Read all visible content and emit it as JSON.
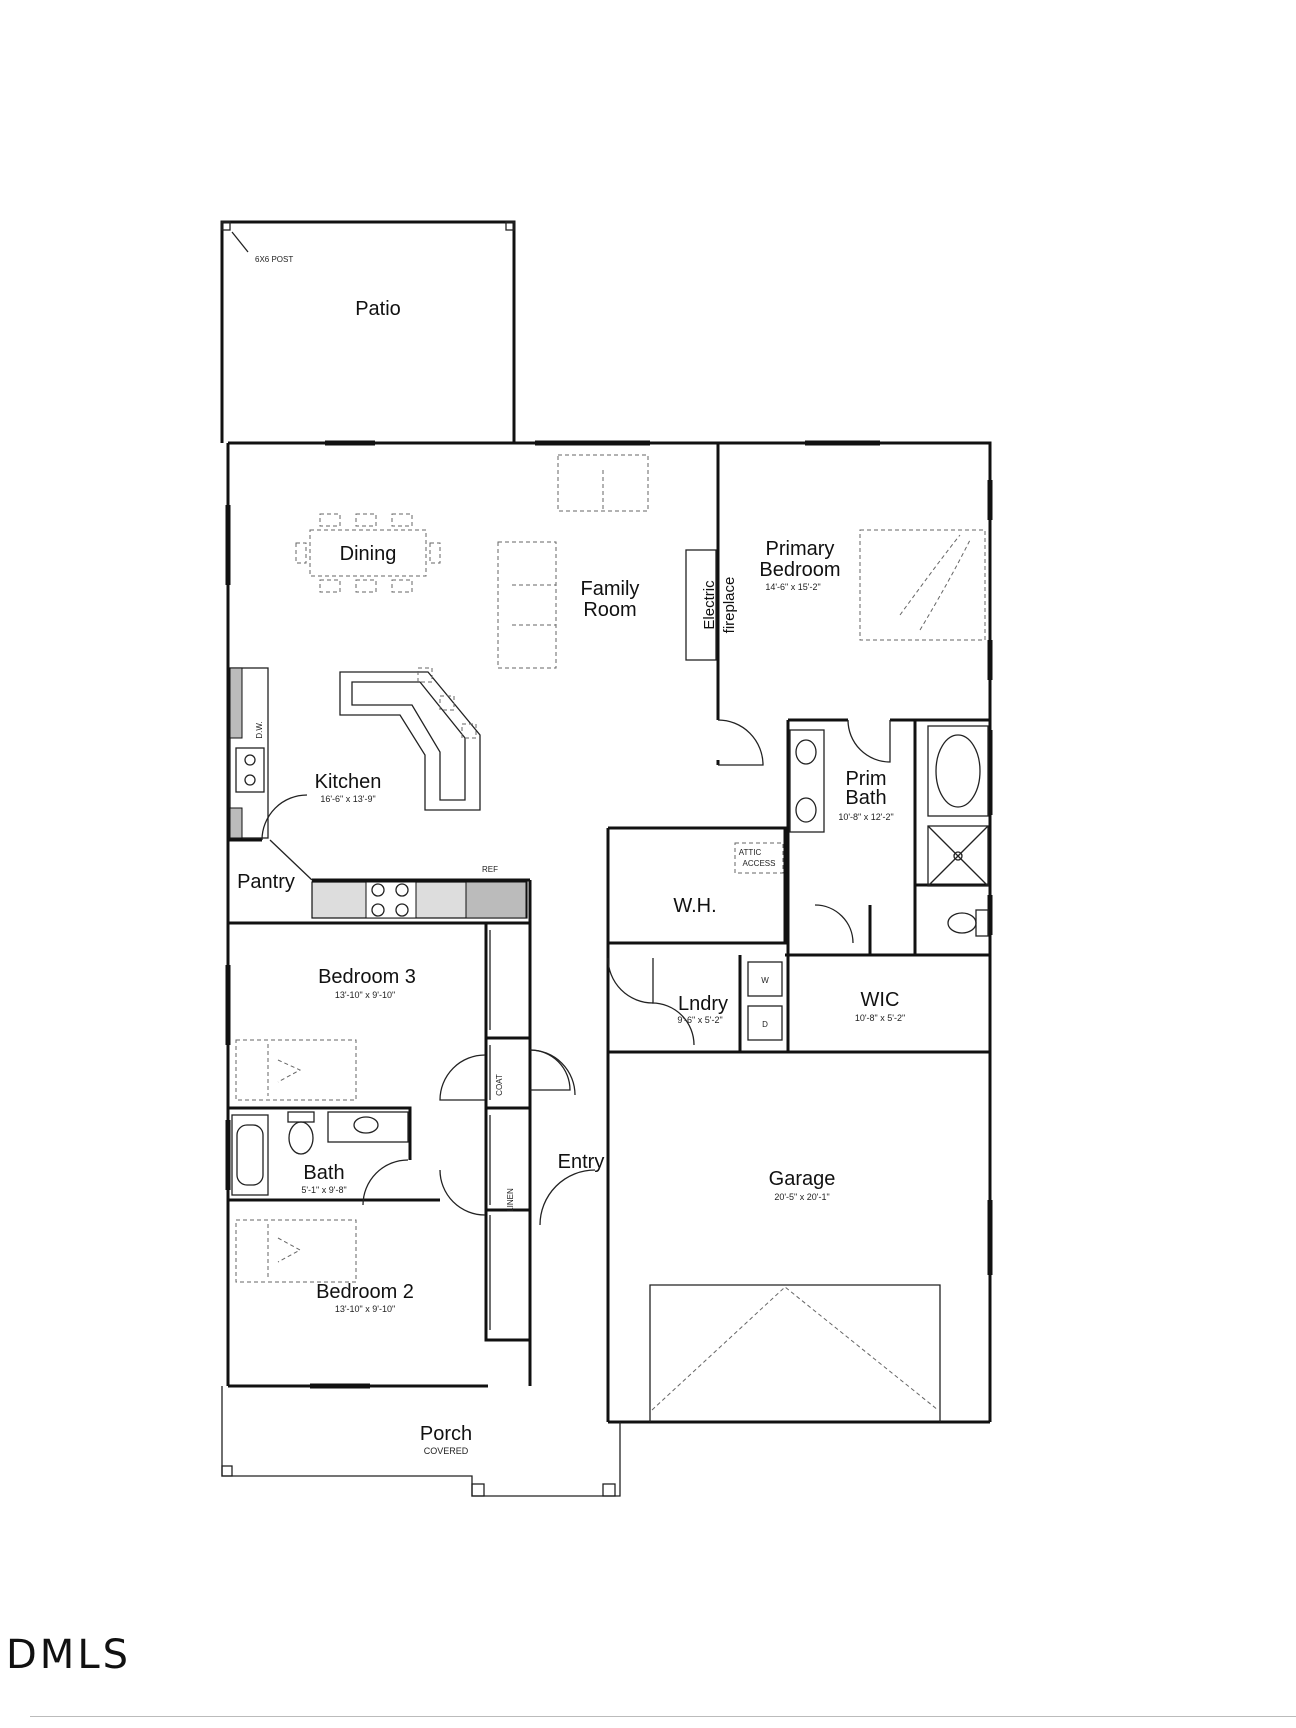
{
  "post_note": "6X6 POST",
  "rooms": {
    "patio": {
      "name": "Patio"
    },
    "dining": {
      "name": "Dining"
    },
    "family": {
      "name_line1": "Family",
      "name_line2": "Room"
    },
    "fireplace": {
      "line1": "Electric",
      "line2": "fireplace"
    },
    "primary_bedroom": {
      "name_line1": "Primary",
      "name_line2": "Bedroom",
      "dims": "14'-6\" x 15'-2\""
    },
    "kitchen": {
      "name": "Kitchen",
      "dims": "16'-6\" x 13'-9\"",
      "dw": "D.W."
    },
    "prim_bath": {
      "name_line1": "Prim",
      "name_line2": "Bath",
      "dims": "10'-8\" x 12'-2\""
    },
    "attic": {
      "line1": "ATTIC",
      "line2": "ACCESS"
    },
    "wh": {
      "name": "W.H."
    },
    "pantry": {
      "name": "Pantry"
    },
    "ref": {
      "label": "REF"
    },
    "bedroom3": {
      "name": "Bedroom 3",
      "dims": "13'-10\" x 9'-10\""
    },
    "laundry": {
      "name": "Lndry",
      "dims": "9'-6\" x 5'-2\"",
      "washer": "W",
      "dryer": "D"
    },
    "wic": {
      "name": "WIC",
      "dims": "10'-8\" x 5'-2\""
    },
    "coat": {
      "label": "COAT"
    },
    "bath": {
      "name": "Bath",
      "dims": "5'-1\" x 9'-8\""
    },
    "entry": {
      "name": "Entry"
    },
    "linen": {
      "label": "LINEN"
    },
    "garage": {
      "name": "Garage",
      "dims": "20'-5\" x 20'-1\""
    },
    "bedroom2": {
      "name": "Bedroom 2",
      "dims": "13'-10\" x 9'-10\""
    },
    "porch": {
      "name": "Porch",
      "note": "COVERED"
    }
  },
  "logo": {
    "text": "DMLS"
  }
}
